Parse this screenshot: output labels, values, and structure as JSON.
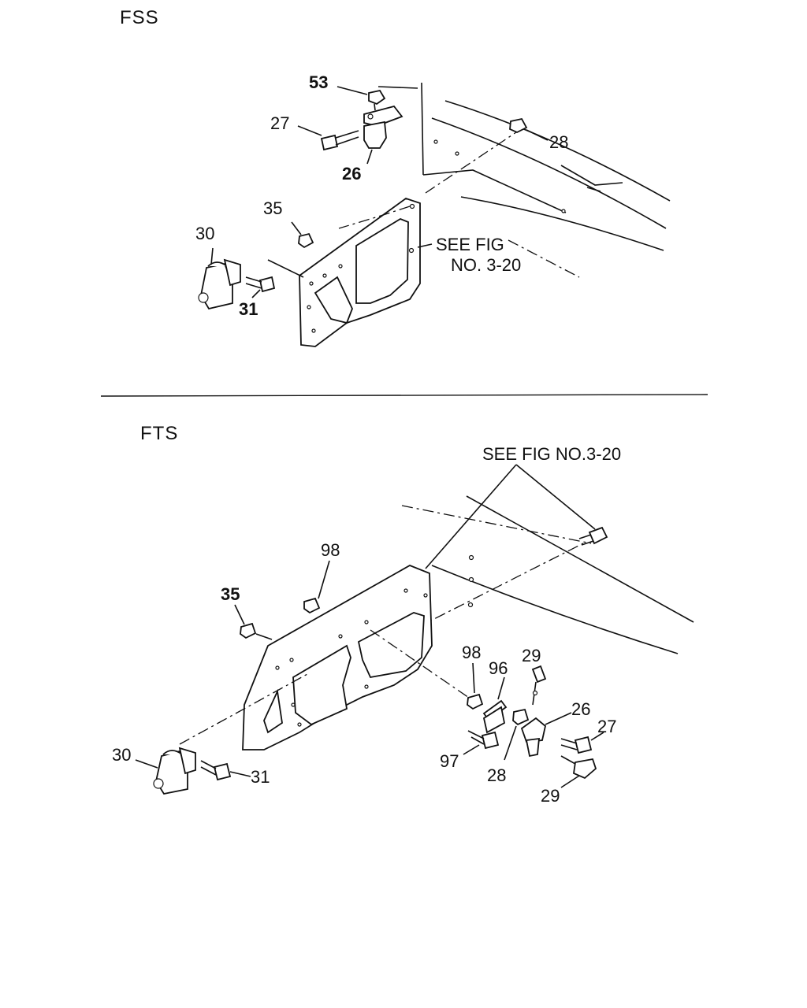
{
  "sections": {
    "fss": {
      "title": "FSS",
      "labels": {
        "p53": "53",
        "p27": "27",
        "p26": "26",
        "p28": "28",
        "p35": "35",
        "p30": "30",
        "p31": "31",
        "see_fig_line1": "SEE FIG",
        "see_fig_line2": "NO. 3-20"
      }
    },
    "fts": {
      "title": "FTS",
      "labels": {
        "see_fig": "SEE FIG NO.3-20",
        "p98a": "98",
        "p35": "35",
        "p98b": "98",
        "p96": "96",
        "p29a": "29",
        "p26": "26",
        "p27": "27",
        "p97": "97",
        "p28": "28",
        "p29b": "29",
        "p30": "30",
        "p31": "31"
      }
    }
  }
}
